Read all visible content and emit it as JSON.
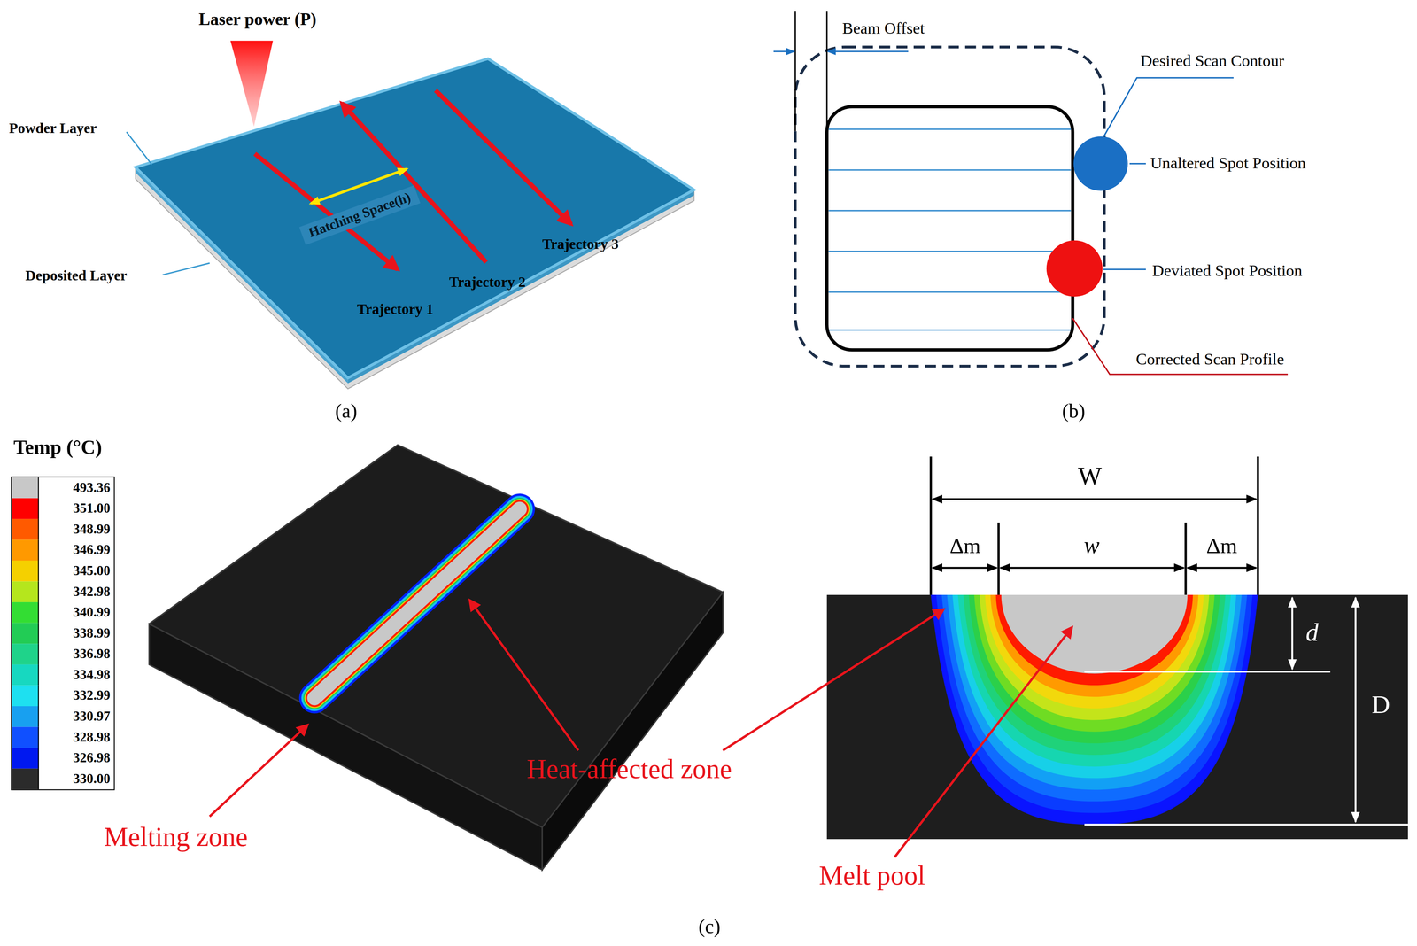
{
  "diagram": {
    "nodes": [
      {
        "text": [
          "Hatching Space(h)"
        ]
      }
    ],
    "labels": [
      "Laser power (P)",
      "Powder Layer",
      "Deposited Layer",
      "Trajectory 3",
      "Trajectory 2",
      "Trajectory 1",
      "(a)",
      "Beam Offset",
      "Desired Scan Contour",
      "Unaltered Spot Position",
      "Deviated Spot Position",
      "Corrected Scan Profile",
      "(b)",
      "Temp (°C)",
      "Melting zone",
      "Heat-affected zone",
      "W",
      "Δm",
      "w",
      "Δm",
      "d",
      "D",
      "Melt pool",
      "(c)"
    ],
    "legend": [
      {
        "text": "493.36",
        "color": "#c8c8c8"
      },
      {
        "text": "351.00",
        "color": "#ff0000"
      },
      {
        "text": "348.99",
        "color": "#ff5a00"
      },
      {
        "text": "346.99",
        "color": "#ff9900"
      },
      {
        "text": "345.00",
        "color": "#f5d000"
      },
      {
        "text": "342.98",
        "color": "#b5e61d"
      },
      {
        "text": "340.99",
        "color": "#33dd33"
      },
      {
        "text": "338.99",
        "color": "#22cc55"
      },
      {
        "text": "336.98",
        "color": "#1fd38a"
      },
      {
        "text": "334.98",
        "color": "#17d8c0"
      },
      {
        "text": "332.99",
        "color": "#1ee0f0"
      },
      {
        "text": "330.97",
        "color": "#18a0f0"
      },
      {
        "text": "328.98",
        "color": "#1050ff"
      },
      {
        "text": "326.98",
        "color": "#0018f0"
      },
      {
        "text": "330.00",
        "color": "#2b2b2b"
      }
    ]
  }
}
